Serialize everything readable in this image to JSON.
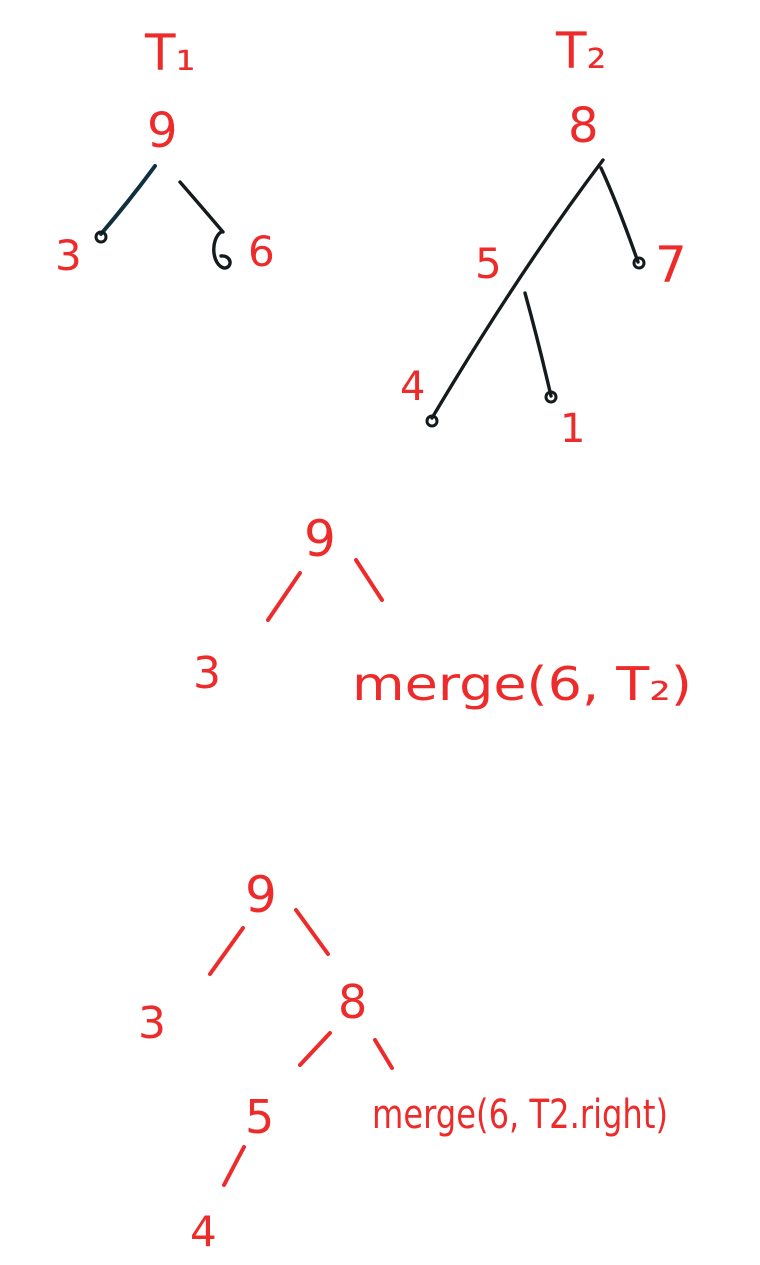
{
  "trees": {
    "t1": {
      "title": "T₁",
      "root": "9",
      "left": "3",
      "right": "6"
    },
    "t2": {
      "title": "T₂",
      "root": "8",
      "left": "5",
      "right": "7",
      "left_left": "4",
      "left_right": "1"
    }
  },
  "step1": {
    "root": "9",
    "left": "3",
    "right_call": "merge(6, T₂)"
  },
  "step2": {
    "root": "9",
    "left": "3",
    "right": "8",
    "right_left": "5",
    "right_left_left": "4",
    "right_right_call": "merge(6, T2.right)"
  },
  "colors": {
    "label_red": "#ee2b2b",
    "edge_black": "#151a1c",
    "edge_dark_blue": "#103040",
    "background": "#ffffff"
  }
}
